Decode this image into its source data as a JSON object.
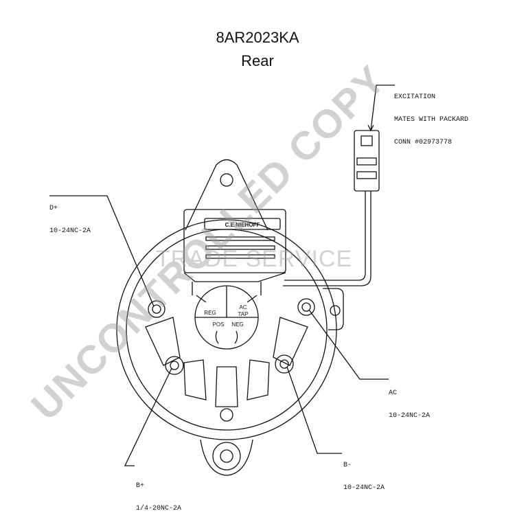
{
  "title": {
    "part_number": "8AR2023KA",
    "view": "Rear"
  },
  "callouts": {
    "excitation": {
      "line1": "EXCITATION",
      "line2": "MATES WITH PACKARD",
      "line3": "CONN #02973778"
    },
    "d_plus": {
      "name": "D+",
      "thread": "10-24NC-2A"
    },
    "ac": {
      "name": "AC",
      "thread": "10-24NC-2A"
    },
    "b_minus": {
      "name": "B-",
      "thread": "10-24NC-2A"
    },
    "b_plus": {
      "name": "B+",
      "thread": "1/4-20NC-2A"
    }
  },
  "regulator_plate": {
    "brand": "C.E.NIEHOFF",
    "labels": {
      "reg": "REG",
      "ac_tap_1": "AC",
      "ac_tap_2": "TAP",
      "pos": "POS",
      "neg": "NEG"
    }
  },
  "watermark": {
    "main": "UNCONTROLLED COPY",
    "sub": "TRADE SERVICE"
  }
}
